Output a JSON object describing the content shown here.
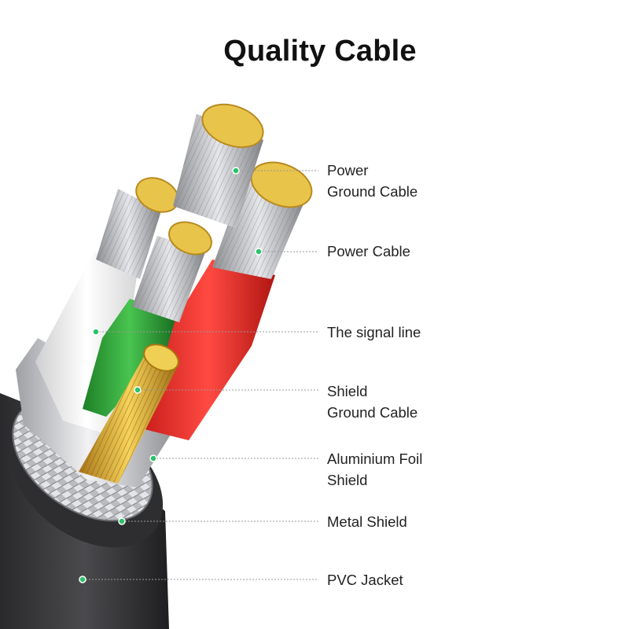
{
  "title": "Quality Cable",
  "colors": {
    "gold": "#e8c44a",
    "silver": "#cfcfd2",
    "white_insulation": "#f2f2f2",
    "green_insulation": "#2fa83a",
    "red_insulation": "#e8302c",
    "jacket": "#3c3c3e",
    "leader_dot": "#2bc26b",
    "leader_line": "#9a9a9a"
  },
  "labels": [
    {
      "id": "power-ground-cable",
      "lines": [
        "Power",
        "Ground Cable"
      ]
    },
    {
      "id": "power-cable",
      "lines": [
        "Power Cable"
      ]
    },
    {
      "id": "signal-line",
      "lines": [
        "The signal line"
      ]
    },
    {
      "id": "shield-ground-cable",
      "lines": [
        "Shield",
        "Ground Cable"
      ]
    },
    {
      "id": "aluminium-foil-shield",
      "lines": [
        "Aluminium Foil",
        "Shield"
      ]
    },
    {
      "id": "metal-shield",
      "lines": [
        "Metal Shield"
      ]
    },
    {
      "id": "pvc-jacket",
      "lines": [
        "PVC Jacket"
      ]
    }
  ]
}
